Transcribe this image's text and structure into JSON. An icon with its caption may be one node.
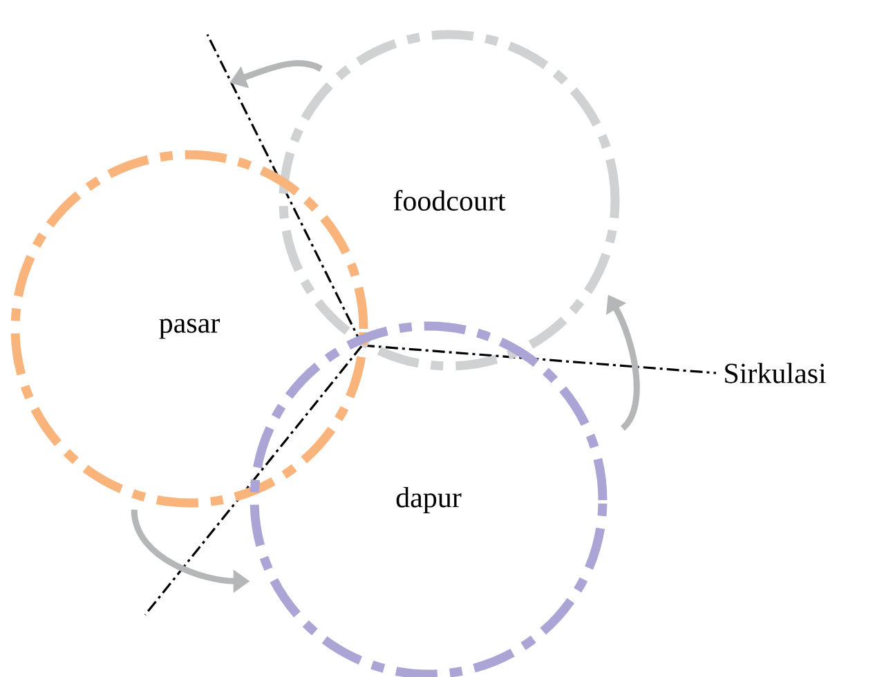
{
  "diagram": {
    "nodes": [
      {
        "text": [
          "foodcourt"
        ]
      },
      {
        "text": [
          "pasar"
        ]
      },
      {
        "text": [
          "dapur"
        ]
      }
    ],
    "edges": [
      {
        "from": 0,
        "to": null,
        "arrow": "to"
      },
      {
        "from": 1,
        "to": 2,
        "arrow": "to"
      },
      {
        "from": 2,
        "to": 0,
        "arrow": "to"
      }
    ],
    "labels": [
      "Sirkulasi"
    ]
  }
}
